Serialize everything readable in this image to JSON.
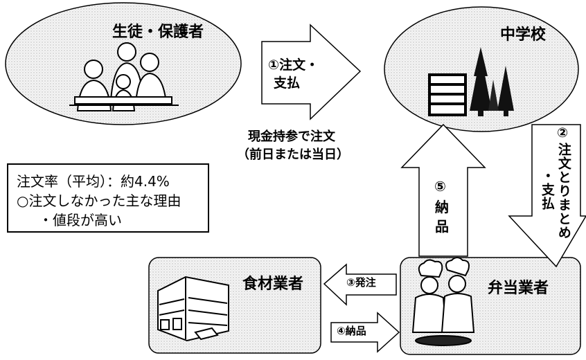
{
  "nodes": {
    "students": "生徒・保護者",
    "school": "中学校",
    "food_supplier": "食材業者",
    "bento_supplier": "弁当業者"
  },
  "arrows": {
    "order_pay": [
      "①注文・",
      "支払"
    ],
    "collect_pay": [
      "②",
      "注文とりまとめ",
      "・支払"
    ],
    "place_order": "③発注",
    "deliver_ingredients": "④納品",
    "deliver_meals": [
      "⑤",
      "納",
      "品"
    ]
  },
  "captions": {
    "cash": [
      "現金持参で注文",
      "（前日または当日）"
    ]
  },
  "note": {
    "lines": [
      "注文率（平均）：約4.4%",
      "○注文しなかった主な理由",
      "・値段が高い"
    ]
  }
}
